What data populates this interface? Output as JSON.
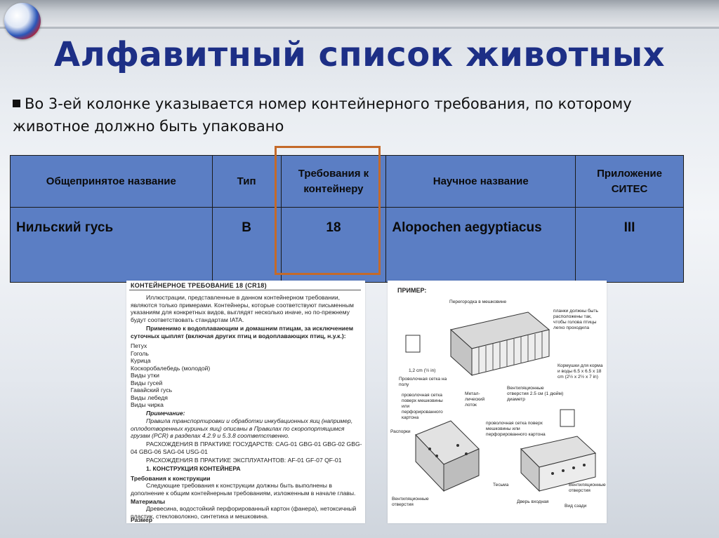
{
  "slide": {
    "title": "Алфавитный список животных",
    "bullet": "Во 3-ей колонке указывается номер контейнерного требования, по которому животное должно быть упаковано"
  },
  "table": {
    "headers": [
      "Общепринятое название",
      "Тип",
      "Требования к контейнеру",
      "Научное название",
      "Приложение СИТЕС"
    ],
    "row": {
      "common_name": "Нильский гусь",
      "type": "B",
      "container": "18",
      "scientific_name": "Alopochen aegyptiacus",
      "cites": "III"
    },
    "header_color": "#5b7ec4",
    "highlight_color": "#c46a2a"
  },
  "doc_left": {
    "header": "КОНТЕЙНЕРНОЕ ТРЕБОВАНИЕ 18 (CR18)",
    "intro": "Иллюстрации, представленные в данном контейнерном требовании, являются только примерами. Контейнеры, которые соответствуют письменным указаниям для конкретных видов, выглядят несколько иначе, но по-прежнему будут соответствовать стандартам IATA.",
    "applies": "Применимо к водоплавающим и домашним птицам, за исключением суточных цыплят (включая других птиц и водоплавающих птиц, н.у.к.):",
    "birds": [
      "Петух",
      "Гоголь",
      "Курица",
      "Коскоробалебедь (молодой)",
      "Виды утки",
      "Виды гусей",
      "Гавайский гусь",
      "Виды лебедя",
      "Виды чирка"
    ],
    "note_title": "Примечание:",
    "note_text": "Правила транспортировки и обработки инкубационных яиц (например, оплодотворенных куриных яиц) описаны в Правилах по скоропортящимся грузам (PCR) в разделах 4.2.9 и 5.3.8 соответственно.",
    "state_var": "РАСХОЖДЕНИЯ В ПРАКТИКЕ ГОСУДАРСТВ: CAG-01 GBG-01 GBG-02 GBG-04 GBG-06 SAG-04 USG-01",
    "op_var": "РАСХОЖДЕНИЯ В ПРАКТИКЕ ЭКСПЛУАТАНТОВ: AF-01 GF-07 QF-01",
    "section": "1. КОНСТРУКЦИЯ КОНТЕЙНЕРА",
    "constr_title": "Требования к конструкции",
    "constr_text": "Следующие требования к конструкции должны быть выполнены в дополнение к общим контейнерным требованиям, изложенным в начале главы.",
    "materials_title": "Материалы",
    "materials_text": "Древесина, водостойкий перфорированный картон (фанера), нетоксичный пластик, стекловолокно, синтетика и мешковина.",
    "size_title": "Размер"
  },
  "doc_right": {
    "example": "ПРИМЕР:",
    "labels": {
      "partition": "Перегородка в мешковине",
      "battens": "планки должны быть расположены так, чтобы голова птицы легко проходила",
      "size12": "1,2 cm (½ in)",
      "wire_floor": "Проволочная сетка на полу",
      "feeders": "Кормушки для корма и воды 6.5 x 6.5 x 18 cm (2½ x 2½ x 7 in)",
      "vents25": "Вентиляционные отверстия 2.5 см (1 дюйм) диаметр",
      "wire_mesh": "проволочная сетка поверх мешковины или перфорированного картона",
      "metal_tray": "Метал-лический лоток",
      "wire_mesh2": "проволочная сетка поверх мешковины или перфорированного картона",
      "spacers": "Распорки",
      "vents": "Вентиляционные отверстия",
      "hessian": "Тесьма",
      "vents2": "Вентиляционные отверстия",
      "door": "Дверь входная",
      "bottom": "Вид сзади"
    }
  }
}
